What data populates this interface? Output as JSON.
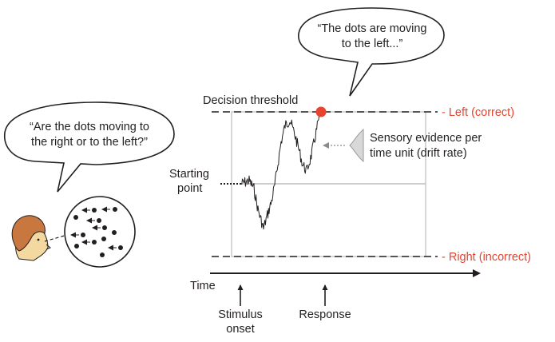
{
  "bubble_observer": {
    "line1": "“Are the dots moving to",
    "line2": "the right or to the left?”"
  },
  "bubble_decision": {
    "line1": "“The dots are moving",
    "line2": "to the left...”"
  },
  "labels": {
    "decision_threshold": "Decision threshold",
    "left_correct": "- Left (correct)",
    "right_incorrect": "- Right (incorrect)",
    "starting_point_1": "Starting",
    "starting_point_2": "point",
    "drift_1": "Sensory evidence per",
    "drift_2": "time unit (drift rate)",
    "time": "Time",
    "stimulus_1": "Stimulus",
    "stimulus_2": "onset",
    "response": "Response"
  },
  "colors": {
    "accent_red": "#e8432e",
    "text": "#231f20",
    "box_gray": "#bdbdbd",
    "skin": "#f3d9a0",
    "hair": "#c8773f"
  },
  "icons": {
    "observer": "person-head-icon",
    "stimulus": "random-dot-motion-icon",
    "evidence": "gaussian-distribution-icon"
  }
}
